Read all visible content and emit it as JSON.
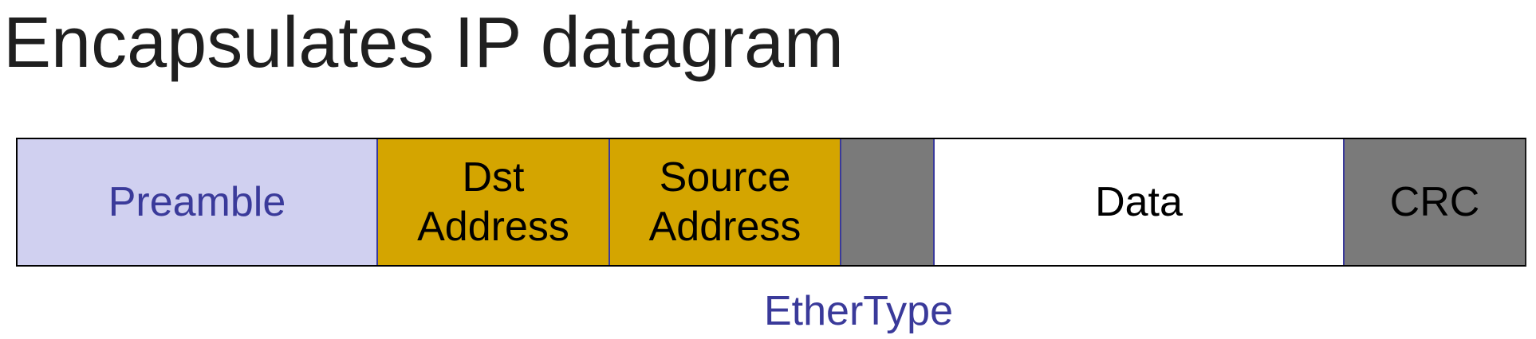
{
  "title": "Encapsulates IP datagram",
  "frame": {
    "fields": [
      {
        "label": "Preamble",
        "color": "#d0d0f0",
        "text_color": "#3a3a9a"
      },
      {
        "label": "Dst\nAddress",
        "color": "#d4a500"
      },
      {
        "label": "Source\nAddress",
        "color": "#d4a500"
      },
      {
        "label": "",
        "color": "#7a7a7a"
      },
      {
        "label": "Data",
        "color": "#ffffff"
      },
      {
        "label": "CRC",
        "color": "#7a7a7a"
      }
    ]
  },
  "annotation": {
    "ethertype": "EtherType",
    "color": "#3a3a9a"
  }
}
